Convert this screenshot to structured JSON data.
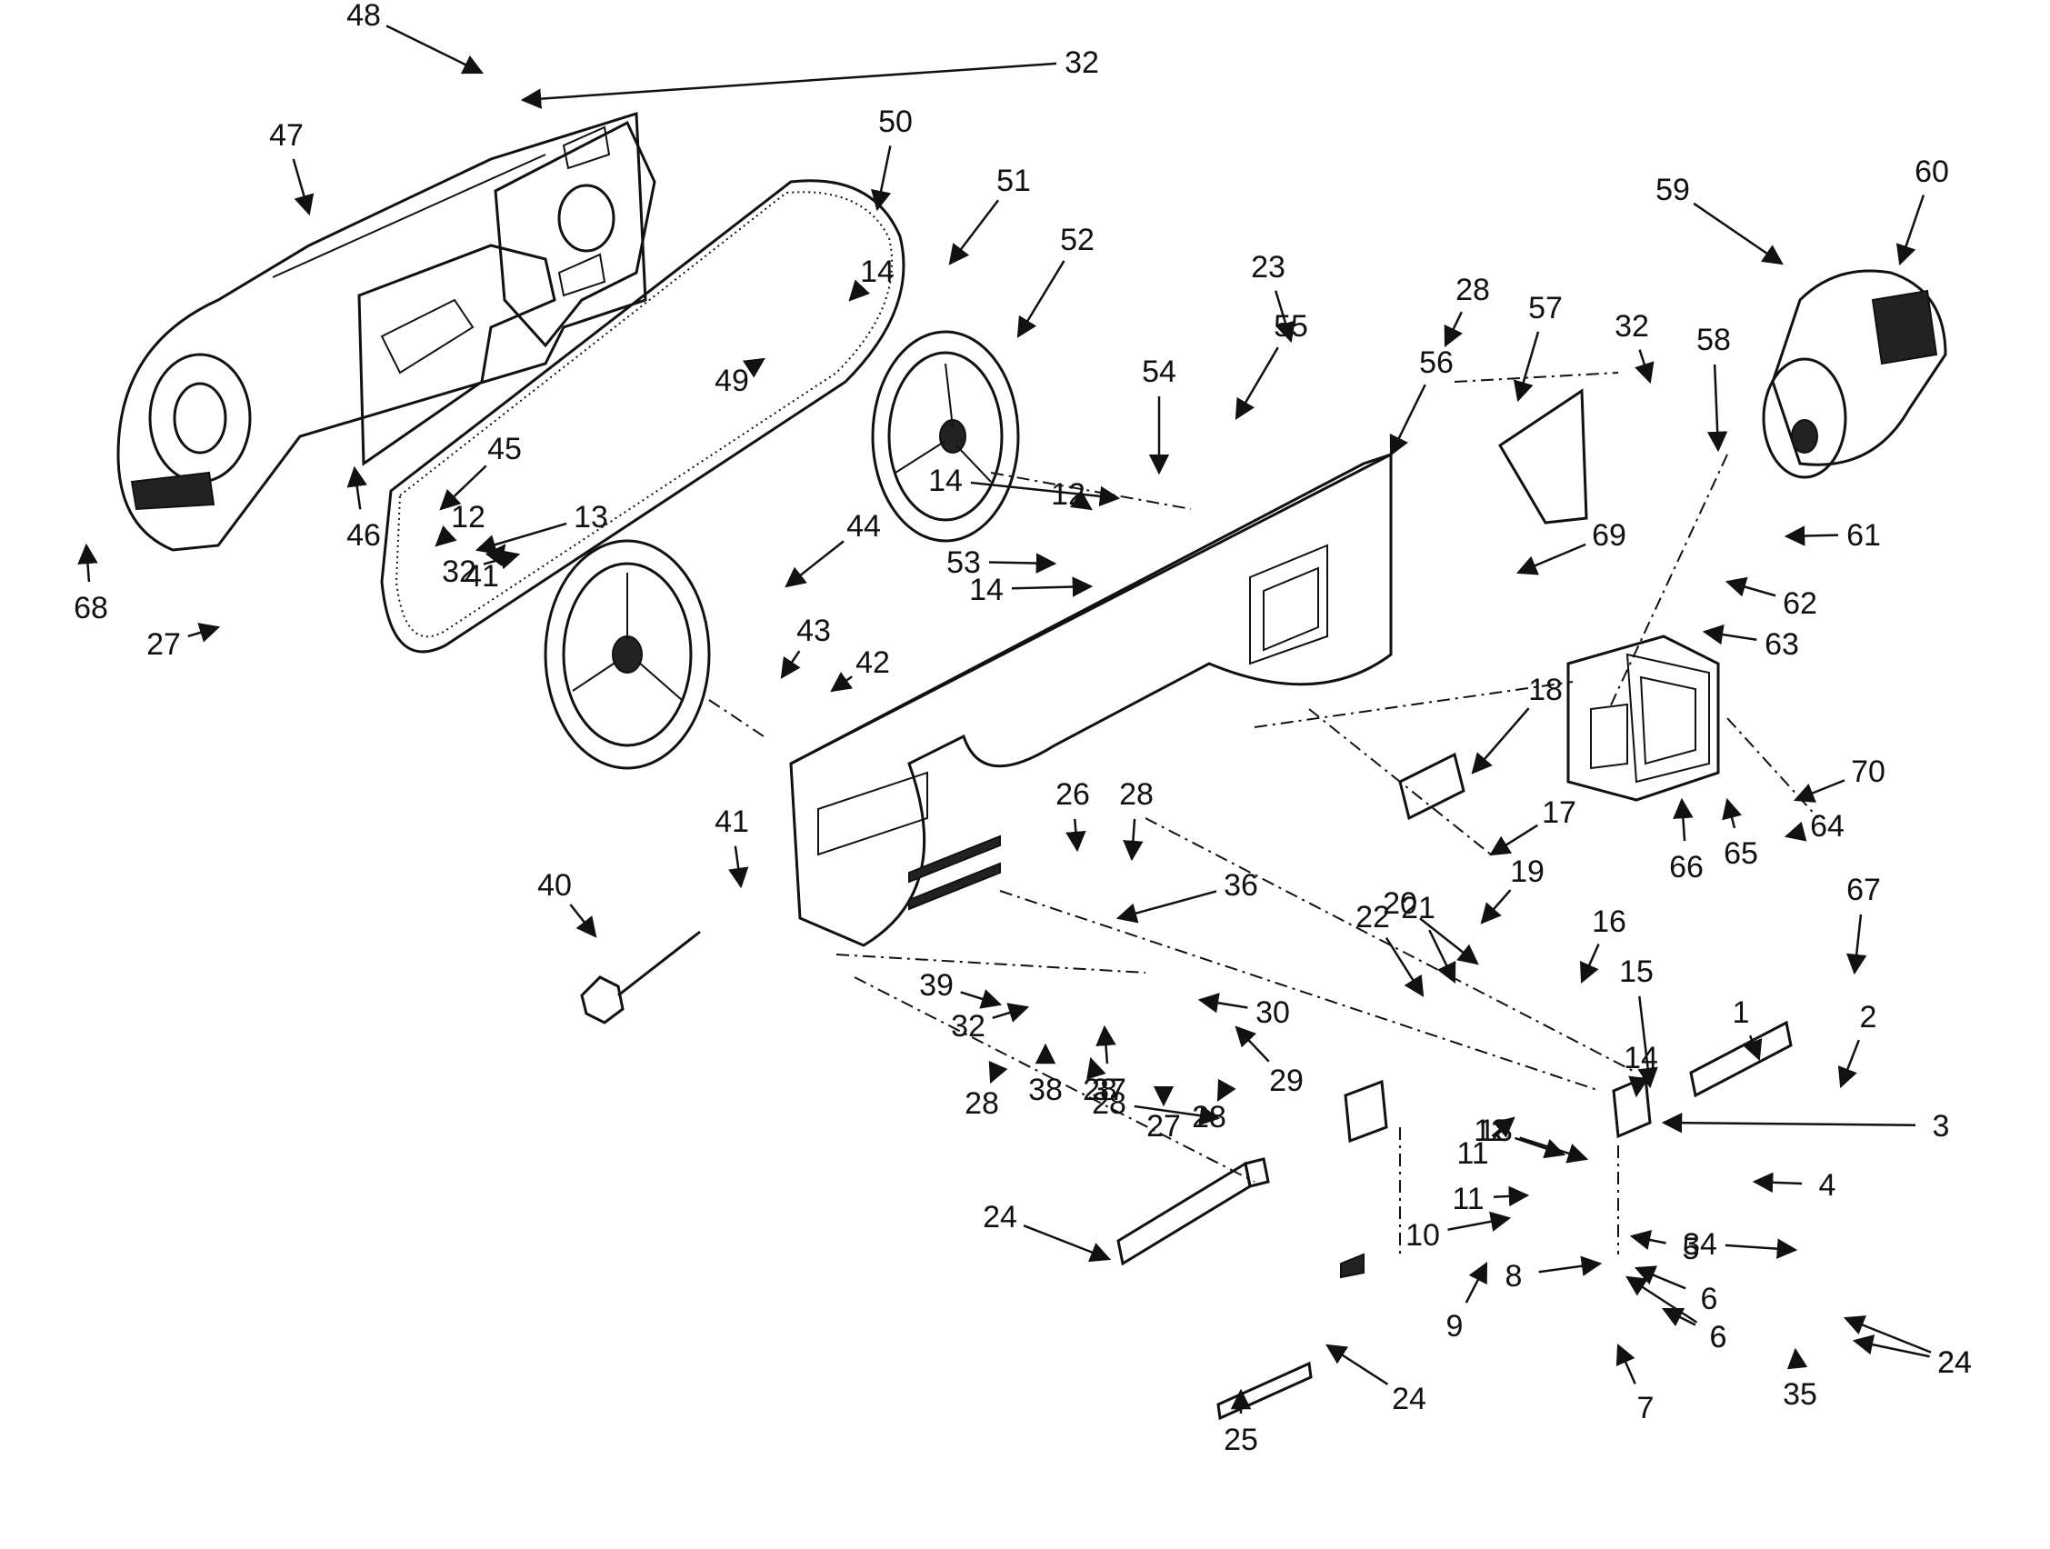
{
  "callouts": [
    "1",
    "2",
    "3",
    "4",
    "5",
    "6",
    "6",
    "6",
    "7",
    "8",
    "9",
    "10",
    "11",
    "11",
    "12",
    "12",
    "12",
    "13",
    "13",
    "14",
    "14",
    "14",
    "14",
    "15",
    "16",
    "17",
    "18",
    "19",
    "20",
    "21",
    "22",
    "23",
    "24",
    "24",
    "24",
    "24",
    "25",
    "26",
    "27",
    "27",
    "28",
    "28",
    "28",
    "28",
    "28",
    "28",
    "29",
    "30",
    "32",
    "32",
    "32",
    "32",
    "34",
    "35",
    "36",
    "37",
    "38",
    "39",
    "40",
    "41",
    "41",
    "42",
    "43",
    "44",
    "45",
    "46",
    "47",
    "48",
    "49",
    "50",
    "51",
    "52",
    "53",
    "54",
    "55",
    "56",
    "57",
    "58",
    "59",
    "60",
    "61",
    "62",
    "63",
    "64",
    "65",
    "66",
    "67",
    "68",
    "69",
    "70"
  ]
}
